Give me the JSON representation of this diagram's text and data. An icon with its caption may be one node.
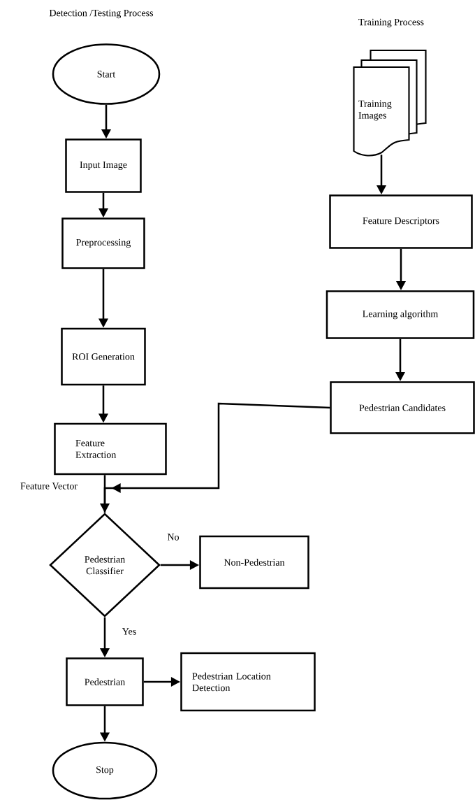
{
  "diagram": {
    "nodes": [
      {
        "text": [
          "Start"
        ]
      },
      {
        "text": [
          "Input Image"
        ]
      },
      {
        "text": [
          "Preprocessing"
        ]
      },
      {
        "text": [
          "ROI Generation"
        ]
      },
      {
        "text": [
          "Feature Extraction"
        ]
      },
      {
        "text": [
          "Pedestrian Classifier"
        ]
      },
      {
        "text": [
          "Non-Pedestrian"
        ]
      },
      {
        "text": [
          "Pedestrian"
        ]
      },
      {
        "text": [
          "Pedestrian Location Detection"
        ]
      },
      {
        "text": [
          "Stop"
        ]
      },
      {
        "text": [
          "Training Images"
        ]
      },
      {
        "text": [
          "Feature Descriptors"
        ]
      },
      {
        "text": [
          "Learning algorithm"
        ]
      },
      {
        "text": [
          "Pedestrian Candidates"
        ]
      }
    ],
    "edges": [
      {
        "from": 0,
        "to": 1,
        "arrow": "to"
      },
      {
        "from": 1,
        "to": 2,
        "arrow": "to"
      },
      {
        "from": 2,
        "to": 3,
        "arrow": "to"
      },
      {
        "from": 3,
        "to": 4,
        "arrow": "to"
      },
      {
        "from": 4,
        "to": 5,
        "arrow": "to",
        "label": "Feature Vector"
      },
      {
        "from": 13,
        "to": 5,
        "arrow": "to"
      },
      {
        "from": 5,
        "to": 6,
        "arrow": "to",
        "label": "No"
      },
      {
        "from": 5,
        "to": 7,
        "arrow": "to",
        "label": "Yes"
      },
      {
        "from": 7,
        "to": 8,
        "arrow": "to"
      },
      {
        "from": 7,
        "to": 9,
        "arrow": "to"
      },
      {
        "from": 10,
        "to": 11,
        "arrow": "to"
      },
      {
        "from": 11,
        "to": 12,
        "arrow": "to"
      },
      {
        "from": 12,
        "to": 13,
        "arrow": "to"
      }
    ],
    "labels": [
      "Detection /Testing Process",
      "Training Process"
    ]
  }
}
